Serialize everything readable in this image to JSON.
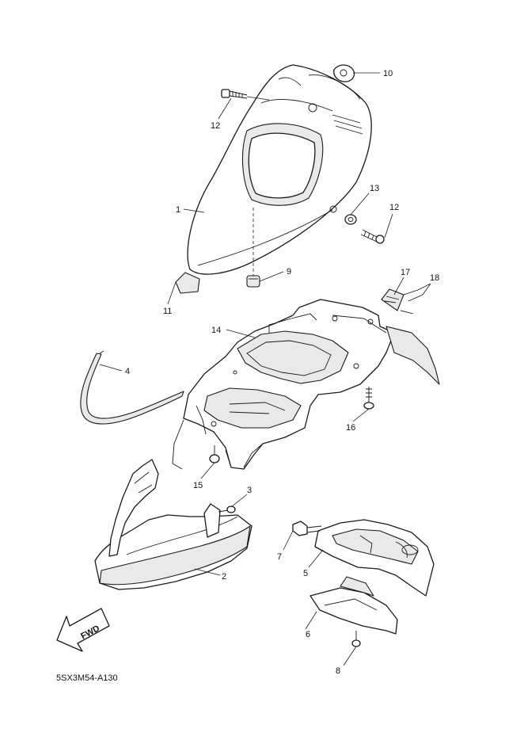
{
  "diagram": {
    "code": "5SX3M54-A130",
    "direction_arrow_label": "FWD",
    "callouts": [
      "10",
      "12",
      "13",
      "12",
      "1",
      "9",
      "11",
      "17",
      "18",
      "14",
      "4",
      "16",
      "15",
      "3",
      "7",
      "5",
      "2",
      "6",
      "8"
    ]
  }
}
